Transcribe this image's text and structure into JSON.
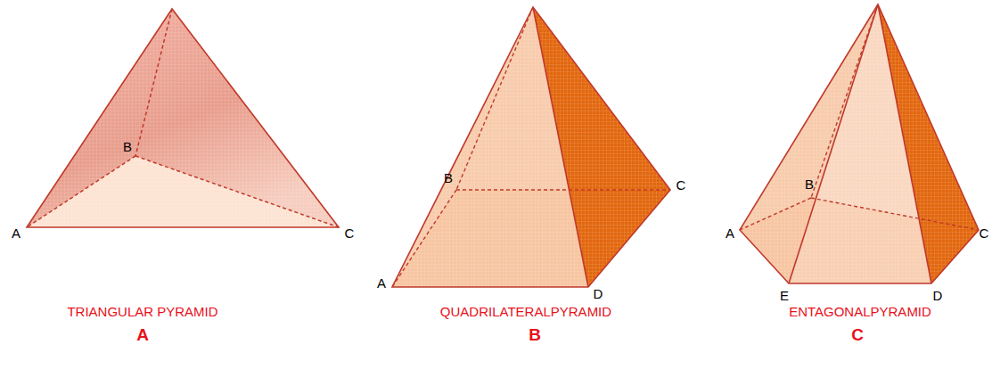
{
  "diagram": {
    "labels": [
      "B",
      "A",
      "C",
      "B",
      "A",
      "C",
      "D",
      "B",
      "A",
      "C",
      "E",
      "D",
      "TRIANGULAR PYRAMID",
      "A",
      "QUADRILATERALPYRAMID",
      "B",
      "ENTAGONALPYRAMID",
      "C"
    ]
  }
}
